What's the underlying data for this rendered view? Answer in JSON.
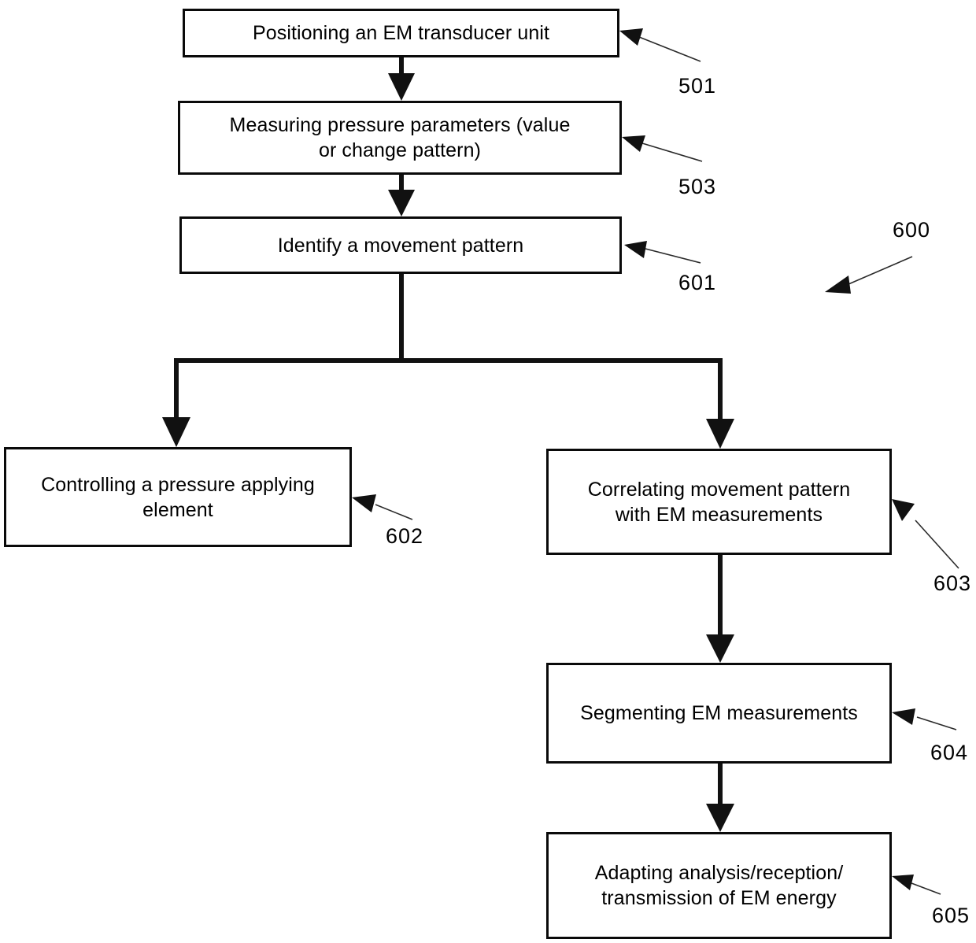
{
  "figure": {
    "kind": "patent-flowchart",
    "reference_numeral": "600"
  },
  "boxes": [
    {
      "id": "positioning",
      "label": "Positioning an EM transducer unit",
      "ref": "501"
    },
    {
      "id": "measuring",
      "label": "Measuring pressure parameters (value\nor change pattern)",
      "ref": "503"
    },
    {
      "id": "identify",
      "label": "Identify a movement pattern",
      "ref": "601"
    },
    {
      "id": "controlling",
      "label": "Controlling a pressure applying\nelement",
      "ref": "602"
    },
    {
      "id": "correlating",
      "label": "Correlating movement pattern\nwith EM measurements",
      "ref": "603"
    },
    {
      "id": "segmenting",
      "label": "Segmenting EM measurements",
      "ref": "604"
    },
    {
      "id": "adapting",
      "label": "Adapting analysis/reception/\ntransmission of EM energy",
      "ref": "605"
    }
  ],
  "labels": {
    "ref_501": "501",
    "ref_503": "503",
    "ref_601": "601",
    "ref_600": "600",
    "ref_602": "602",
    "ref_603": "603",
    "ref_604": "604",
    "ref_605": "605"
  },
  "colors": {
    "stroke": "#111111",
    "text": "#000000",
    "background": "#ffffff"
  }
}
